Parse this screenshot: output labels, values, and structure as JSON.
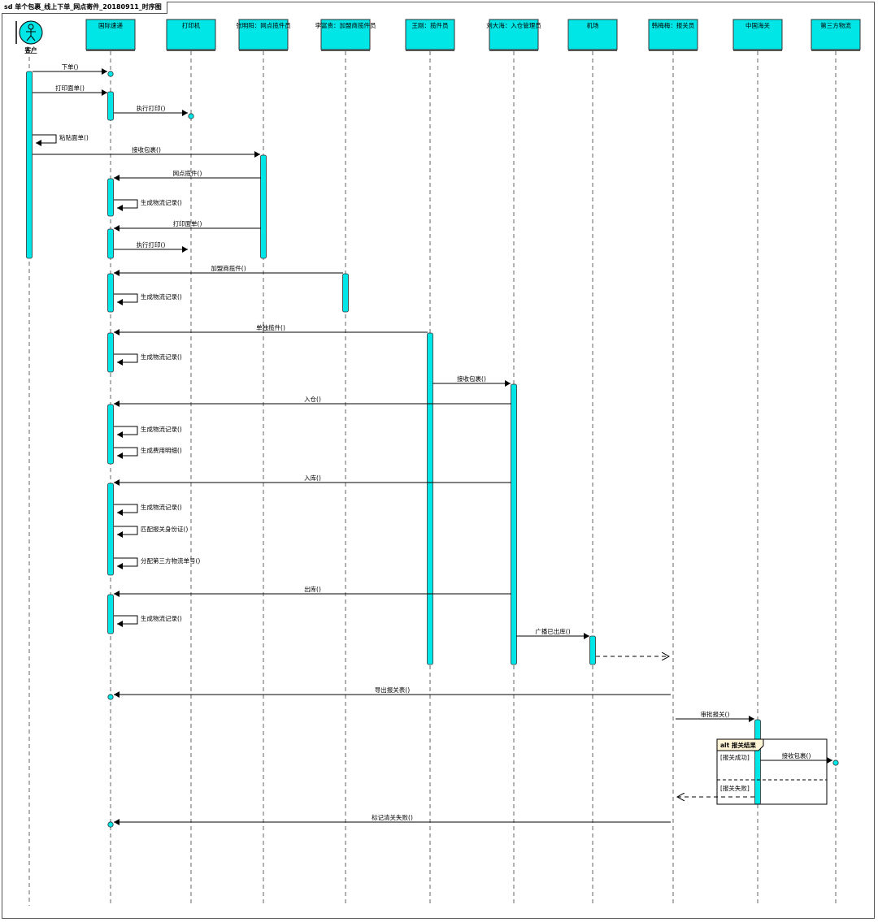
{
  "diagram": {
    "title": "sd 单个包裹_线上下单_网点寄件_20180911_时序图",
    "actor": {
      "name": "客户"
    },
    "lifelines": [
      {
        "id": "system",
        "label": "国际速递"
      },
      {
        "id": "printer",
        "label": "打印机"
      },
      {
        "id": "courier",
        "label": "张明阳：网点揽件员"
      },
      {
        "id": "franchise",
        "label": "李富贵：加盟商揽件员"
      },
      {
        "id": "cargo",
        "label": "王刚：揽件员"
      },
      {
        "id": "warehouse",
        "label": "刘大海：入仓管理员"
      },
      {
        "id": "airport",
        "label": "机场"
      },
      {
        "id": "broker",
        "label": "韩梅梅：报关员"
      },
      {
        "id": "customs",
        "label": "中国海关"
      },
      {
        "id": "thirdparty",
        "label": "第三方物流"
      }
    ],
    "messages": [
      "下单()",
      "打印面单()",
      "执行打印()",
      "粘贴面单()",
      "接收包裹()",
      "网点揽件()",
      "生成物流记录()",
      "打印面单()",
      "执行打印()",
      "加盟商揽件()",
      "生成物流记录()",
      "单独揽件()",
      "生成物流记录()",
      "接收包裹()",
      "入仓()",
      "生成物流记录()",
      "生成费用明细()",
      "入库()",
      "生成物流记录()",
      "匹配报关身份证()",
      "分配第三方物流单号()",
      "出库()",
      "生成物流记录()",
      "广播已出库()",
      "导出报关表()",
      "审批报关()",
      "接收包裹()",
      "标记清关失败()"
    ],
    "fragment": {
      "operator": "alt 报关结果",
      "guard_success": "[报关成功]",
      "guard_failure": "[报关失败]"
    }
  }
}
